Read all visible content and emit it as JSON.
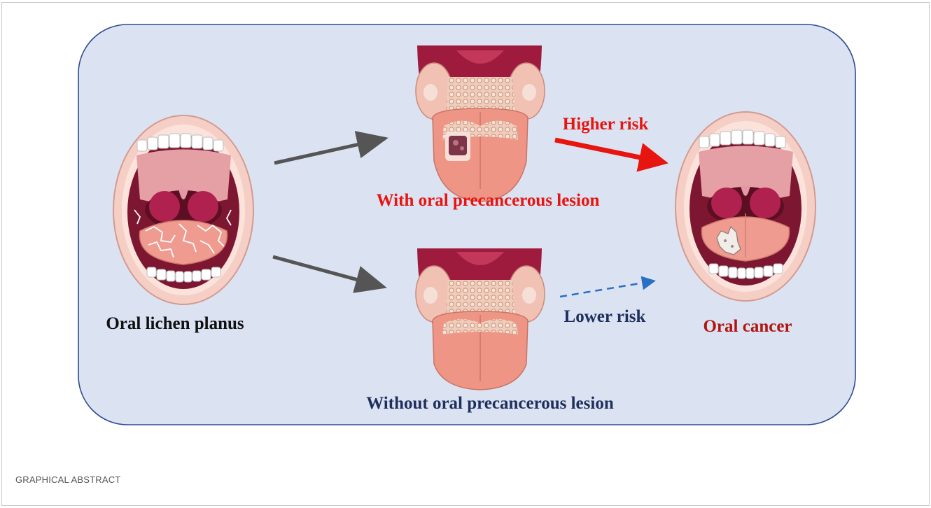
{
  "figure": {
    "caption": "GRAPHICAL ABSTRACT"
  },
  "diagram": {
    "panel_fill": "#dbe3f3",
    "panel_stroke": "#2e4b8f",
    "nodes": {
      "start": {
        "label": "Oral lichen planus",
        "color": "#111111",
        "illustration": "open-mouth-with-lichen-planus-lesions"
      },
      "with_lesion": {
        "label": "With oral precancerous lesion",
        "color": "#e8140f",
        "illustration": "tongue-with-ulcer-lesion"
      },
      "without_lesion": {
        "label": "Without oral precancerous lesion",
        "color": "#1f2f5c",
        "illustration": "healthy-tongue"
      },
      "end": {
        "label": "Oral cancer",
        "color": "#b3140f",
        "illustration": "open-mouth-with-tumor"
      }
    },
    "edges": {
      "higher": {
        "label": "Higher risk",
        "color": "#e8140f",
        "style": "solid-thick"
      },
      "lower": {
        "label": "Lower risk",
        "color": "#2a6fc4",
        "label_color": "#1f2f5c",
        "style": "dashed"
      },
      "to_with": {
        "color": "#555555",
        "style": "solid"
      },
      "to_without": {
        "color": "#555555",
        "style": "solid"
      }
    }
  }
}
